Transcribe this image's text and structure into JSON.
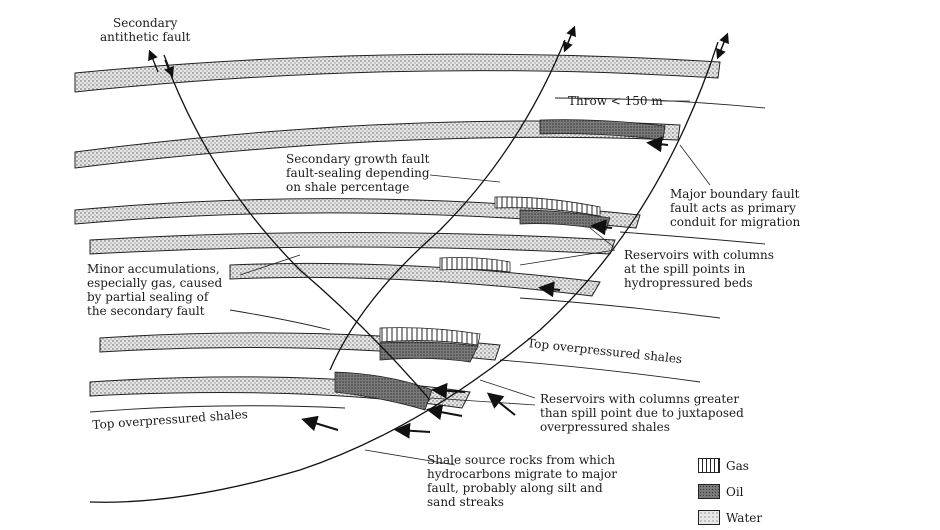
{
  "labels": {
    "secondary_antithetic_fault": "Secondary\nantithetic fault",
    "throw": "Throw < 150 m",
    "secondary_growth_fault": "Secondary growth fault\nfault-sealing depending\non shale percentage",
    "major_boundary_fault": "Major boundary fault\nfault acts as primary\nconduit for migration",
    "reservoirs_spill_points": "Reservoirs with columns\nat the spill points in\nhydropressured beds",
    "minor_accumulations": "Minor accumulations,\nespecially gas, caused\nby partial sealing of\nthe secondary fault",
    "top_overpressured_right": "Top overpressured shales",
    "top_overpressured_left": "Top overpressured shales",
    "reservoirs_greater": "Reservoirs with columns greater\nthan spill point due to juxtaposed\noverpressured shales",
    "shale_source": "Shale source rocks from which\nhydrocarbons migrate to major\nfault, probably along silt and\nsand streaks"
  },
  "legend": [
    {
      "key": "gas",
      "label": "Gas"
    },
    {
      "key": "oil",
      "label": "Oil"
    },
    {
      "key": "water",
      "label": "Water"
    }
  ],
  "colors": {
    "ink": "#1a1a1a",
    "water_fill": "#d9d9d9",
    "oil_fill": "#6e6e6e",
    "gas_fill": "#ffffff"
  }
}
